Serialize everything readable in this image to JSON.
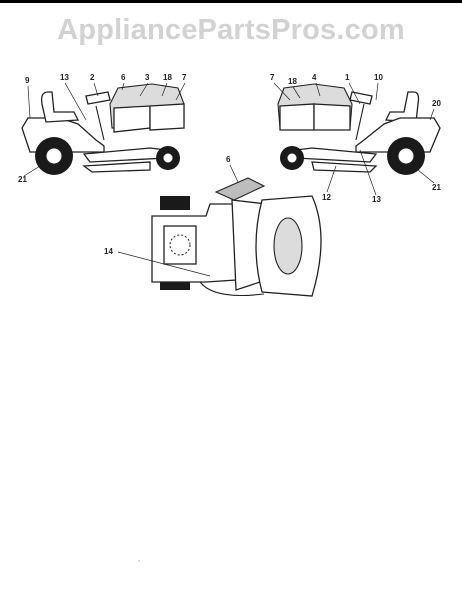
{
  "watermark": "AppliancePartsPros.com",
  "callouts": {
    "left_9": "9",
    "left_13": "13",
    "left_2": "2",
    "left_6": "6",
    "left_3": "3",
    "left_18": "18",
    "left_7": "7",
    "left_21": "21",
    "right_7": "7",
    "right_18": "18",
    "right_4": "4",
    "right_1": "1",
    "right_10": "10",
    "right_20": "20",
    "right_12": "12",
    "right_13": "13",
    "right_21": "21",
    "top_6": "6",
    "top_14": "14"
  },
  "colors": {
    "background": "#ffffff",
    "line": "#222222",
    "shade": "#bdbdbd",
    "watermark": "#d2d2d2"
  }
}
